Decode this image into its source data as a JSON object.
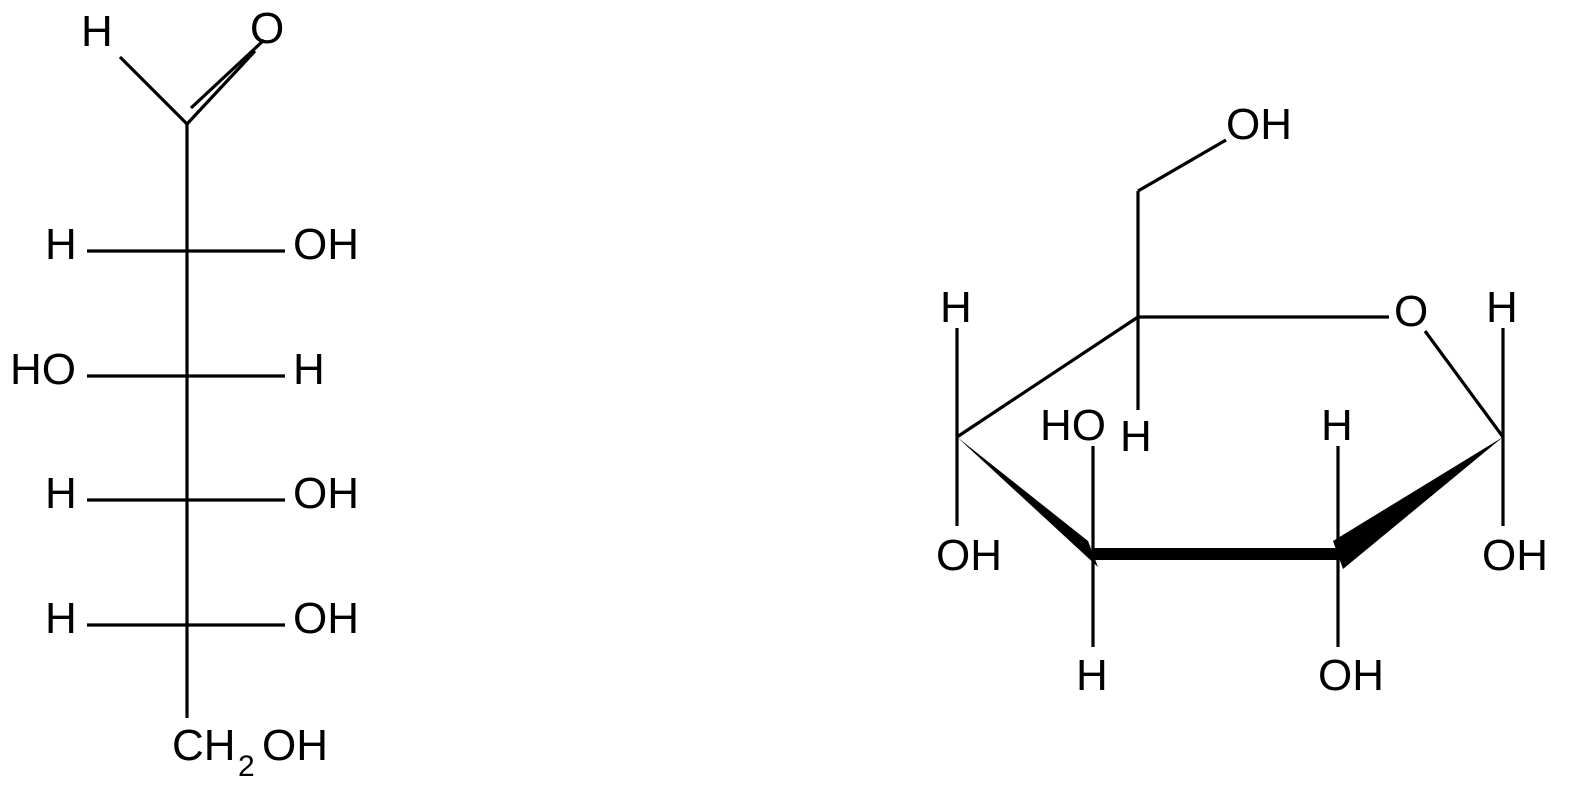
{
  "fischer": {
    "aldehyde": {
      "h": "H",
      "o": "O"
    },
    "c2": {
      "left": "H",
      "right": "OH"
    },
    "c3": {
      "left": "HO",
      "right": "H"
    },
    "c4": {
      "left": "H",
      "right": "OH"
    },
    "c5": {
      "left": "H",
      "right": "OH"
    },
    "c6": {
      "main": "CH",
      "subscript": "2",
      "tail": "OH"
    }
  },
  "haworth": {
    "ring_o": "O",
    "c6_oh": "OH",
    "c5_h": "H",
    "c4_h_up": "H",
    "c4_oh_down": "OH",
    "c3_oh_up": "HO",
    "c3_h_down": "H",
    "c2_h_up": "H",
    "c2_oh_down": "OH",
    "c1_h_up": "H",
    "c1_oh_down": "OH"
  }
}
